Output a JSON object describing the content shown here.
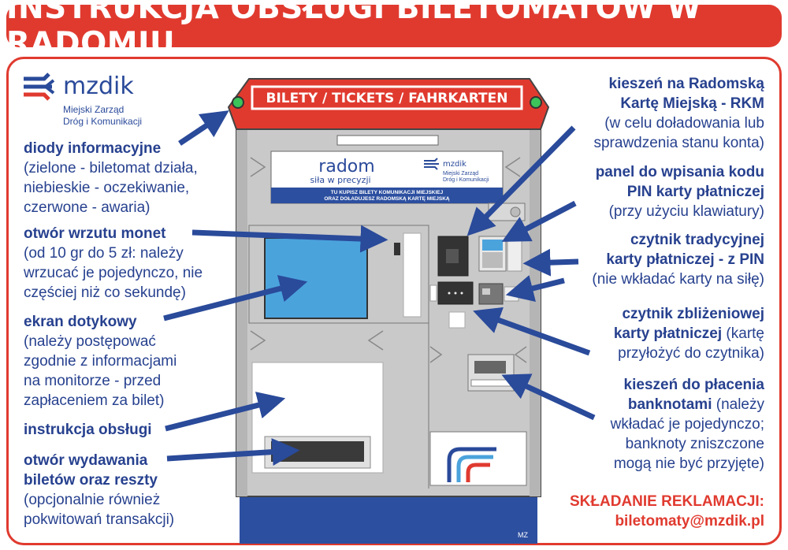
{
  "title": "INSTRUKCJA OBSŁUGI BILETOMATÓW W RADOMIU",
  "logo": {
    "name": "mzdik",
    "subtitle_line1": "Miejski Zarząd",
    "subtitle_line2": "Dróg i Komunikacji"
  },
  "machine": {
    "top_sign": "BILETY / TICKETS / FAHRKARTEN",
    "radom_brand": "radom",
    "radom_slogan": "siła w precyzji",
    "mzdik_small": "mzdik",
    "mzdik_small_sub1": "Miejski Zarząd",
    "mzdik_small_sub2": "Dróg i Komunikacji",
    "banner_line1": "TU KUPISZ BILETY KOMUNIKACJI MIEJSKIEJ",
    "banner_line2": "ORAZ DOŁADUJESZ RADOMSKĄ KARTĘ MIEJSKĄ",
    "corner_mark": "MZ"
  },
  "left_labels": [
    {
      "bold": "diody informacyjne",
      "lines": [
        "(zielone - biletomat działa,",
        "niebieskie - oczekiwanie,",
        "czerwone - awaria)"
      ]
    },
    {
      "bold": "otwór wrzutu monet",
      "lines": [
        "(od 10 gr do 5 zł: należy",
        "wrzucać je pojedynczo, nie",
        "częściej niż co sekundę)"
      ]
    },
    {
      "bold": "ekran dotykowy",
      "lines": [
        "(należy postępować",
        "zgodnie z informacjami",
        "na monitorze - przed",
        "zapłaceniem za bilet)"
      ]
    },
    {
      "bold": "instrukcja obsługi",
      "lines": []
    },
    {
      "bold": "otwór wydawania",
      "bold2": "biletów oraz reszty",
      "lines": [
        "(opcjonalnie również",
        "pokwitowań transakcji)"
      ]
    }
  ],
  "right_labels": [
    {
      "bold1": "kieszeń na Radomską",
      "bold2": "Kartę Miejską - RKM",
      "lines": [
        "(w celu doładowania lub",
        "sprawdzenia stanu konta)"
      ]
    },
    {
      "bold1": "panel do wpisania kodu",
      "bold2": "PIN karty płatniczej",
      "lines": [
        "(przy użyciu klawiatury)"
      ]
    },
    {
      "bold1": "czytnik tradycyjnej",
      "bold2": "karty płatniczej - z PIN",
      "lines": [
        "(nie wkładać karty na siłę)"
      ]
    },
    {
      "bold1": "czytnik zbliżeniowej",
      "bold2": "karty płatniczej",
      "tail2": " (kartę",
      "lines": [
        "przyłożyć do czytnika)"
      ]
    },
    {
      "bold1": "kieszeń do płacenia",
      "bold2": "banknotami",
      "tail2": " (należy",
      "lines": [
        "wkładać je pojedynczo;",
        "banknoty zniszczone",
        "mogą nie być przyjęte)"
      ]
    }
  ],
  "complaints": {
    "heading": "SKŁADANIE REKLAMACJI:",
    "email": "biletomaty@mzdik.pl"
  },
  "colors": {
    "red": "#e03a2f",
    "navy": "#27418f",
    "arrow": "#2a4a9a",
    "kiosk_grey": "#c9c9c9",
    "screen_blue": "#4ba3dc",
    "base_blue": "#2c4fa0"
  }
}
